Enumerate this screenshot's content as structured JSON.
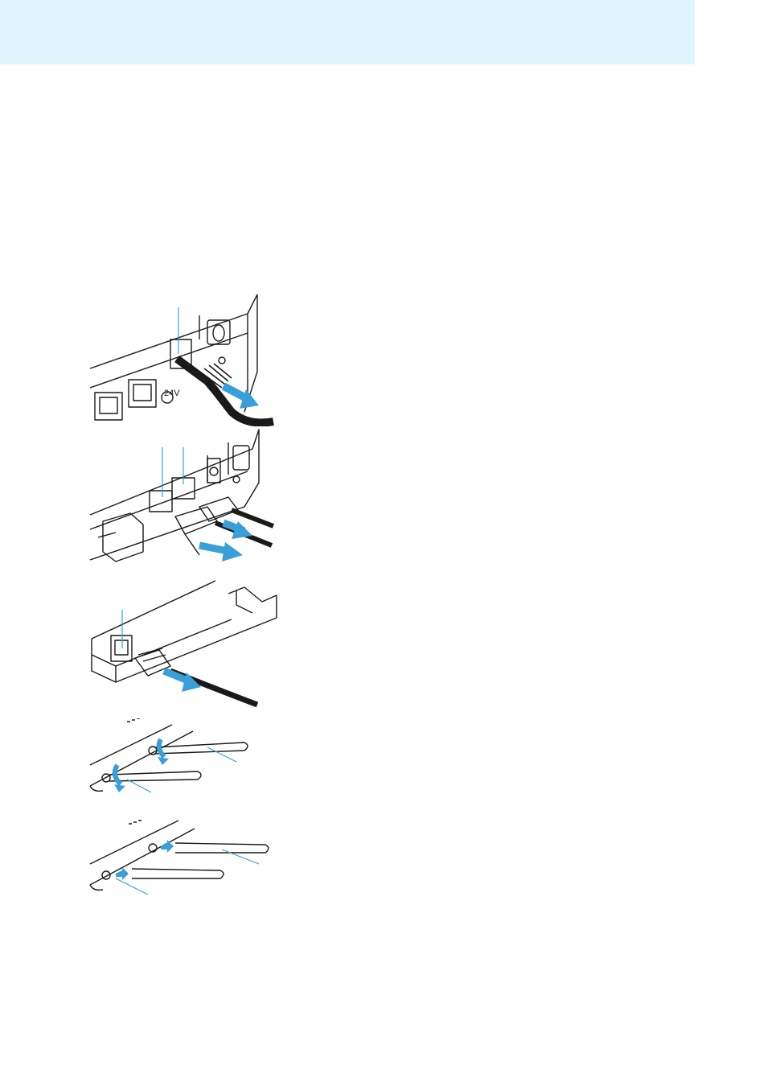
{
  "page": {
    "header_color": "#dff4fe",
    "accent_color": "#3a9fd8",
    "line_color": "#1a1a1a"
  },
  "figures": [
    {
      "id": "disconnect-power-plug",
      "icon": "power-plug-removal-illustration"
    },
    {
      "id": "disconnect-network-cables",
      "icon": "rj45-removal-illustration"
    },
    {
      "id": "disconnect-single-network-cable",
      "icon": "rj45-single-removal-illustration"
    },
    {
      "id": "unscrew-antennas",
      "icon": "antenna-rotate-illustration"
    },
    {
      "id": "remove-antennas",
      "icon": "antenna-pull-illustration"
    }
  ],
  "labels": {
    "voltage": "24V"
  }
}
